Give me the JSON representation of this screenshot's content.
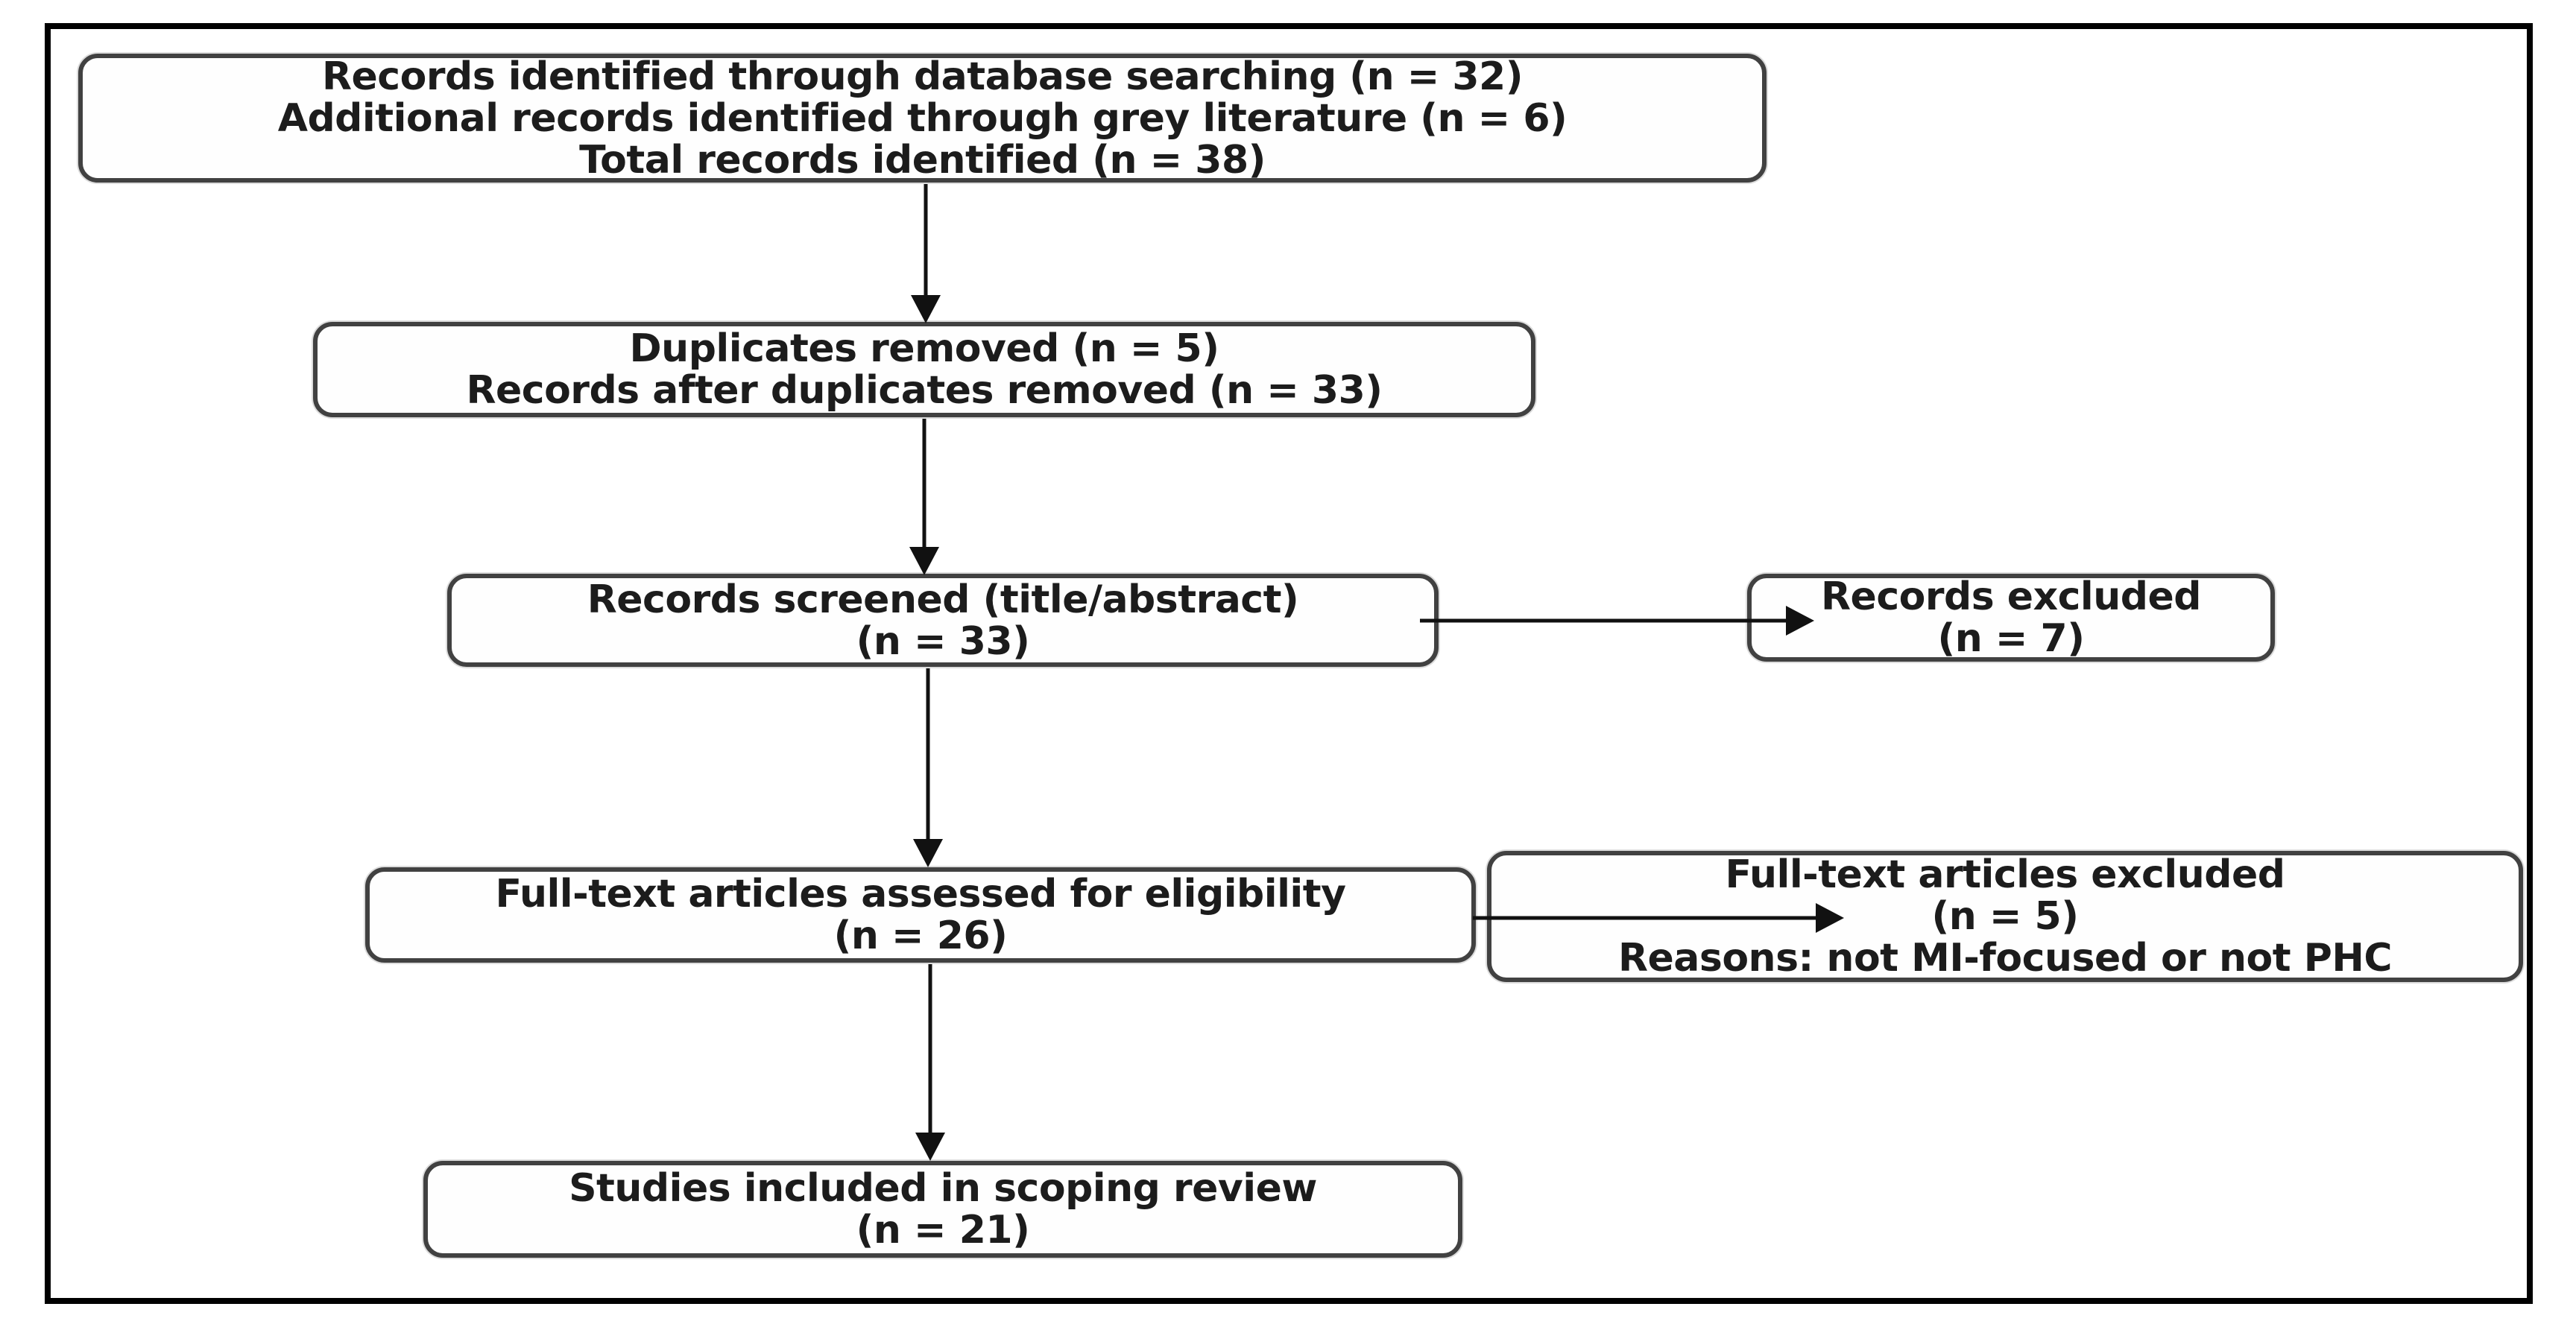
{
  "diagram": {
    "type": "prisma-flowchart",
    "colors": {
      "background": "#ffffff",
      "outer_border": "#000000",
      "box_border": "#414141",
      "text": "#1c1c1c",
      "arrow": "#111111"
    },
    "boxes": [
      {
        "id": "identification",
        "lines": [
          "Records identified through database searching (n = 32)",
          "Additional records identified through grey literature (n = 6)",
          "Total records identified (n = 38)"
        ]
      },
      {
        "id": "duplicates",
        "lines": [
          "Duplicates removed (n = 5)",
          "Records after duplicates removed (n = 33)"
        ]
      },
      {
        "id": "screened",
        "lines": [
          "Records screened (title/abstract)",
          "(n = 33)"
        ]
      },
      {
        "id": "records-excluded",
        "lines": [
          "Records excluded",
          "(n = 7)"
        ]
      },
      {
        "id": "fulltext-assessed",
        "lines": [
          "Full-text articles assessed for eligibility",
          "(n = 26)"
        ]
      },
      {
        "id": "fulltext-excluded",
        "lines": [
          "Full-text articles excluded",
          "(n = 5)",
          "Reasons: not MI-focused or not PHC"
        ]
      },
      {
        "id": "included",
        "lines": [
          "Studies included in scoping review",
          "(n = 21)"
        ]
      }
    ],
    "edges": [
      {
        "from": "identification",
        "to": "duplicates",
        "direction": "down"
      },
      {
        "from": "duplicates",
        "to": "screened",
        "direction": "down"
      },
      {
        "from": "screened",
        "to": "records-excluded",
        "direction": "right"
      },
      {
        "from": "screened",
        "to": "fulltext-assessed",
        "direction": "down"
      },
      {
        "from": "fulltext-assessed",
        "to": "fulltext-excluded",
        "direction": "right"
      },
      {
        "from": "fulltext-assessed",
        "to": "included",
        "direction": "down"
      }
    ]
  }
}
